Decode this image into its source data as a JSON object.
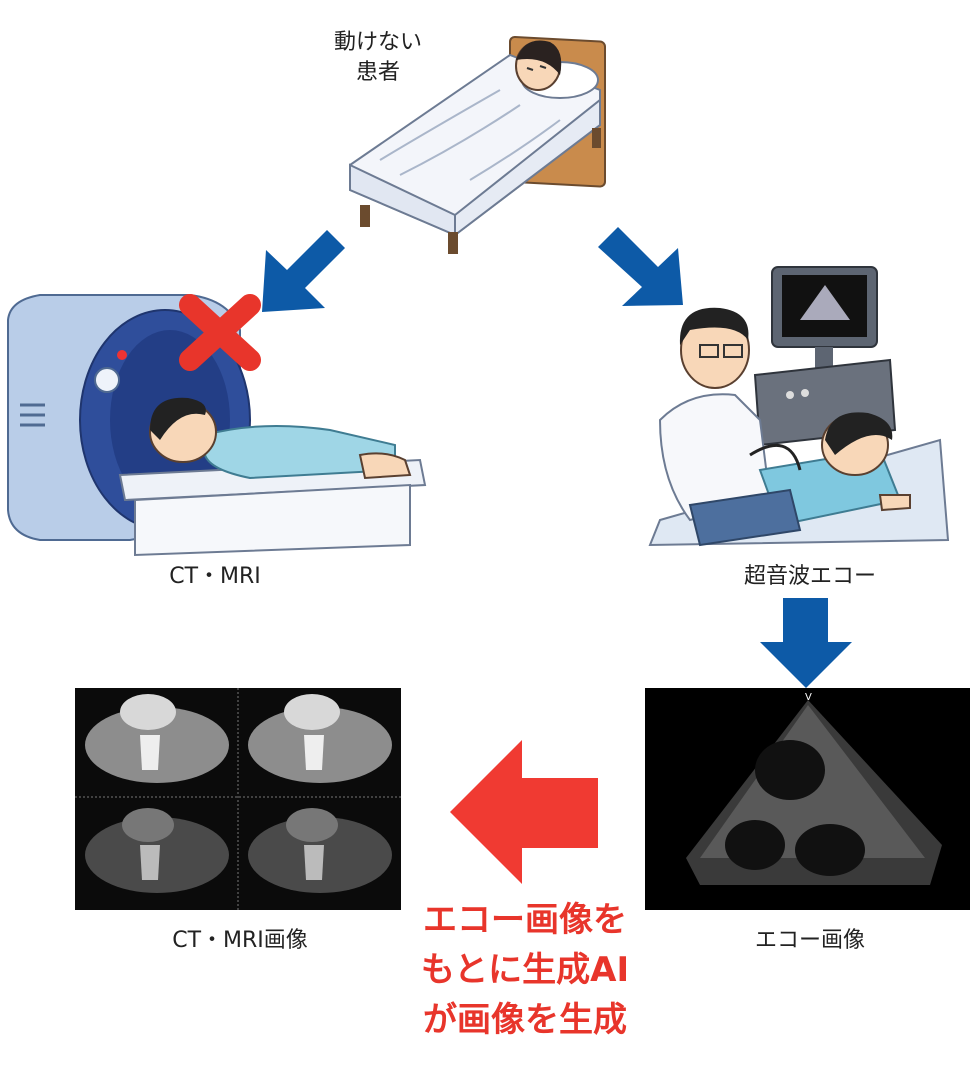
{
  "labels": {
    "patient": "動けない\n患者",
    "ct_mri": "CT・MRI",
    "ultrasound": "超音波エコー",
    "ct_mri_image": "CT・MRI画像",
    "echo_image": "エコー画像"
  },
  "callout": {
    "line1": "エコー画像を",
    "line2": "もとに生成AI",
    "line3": "が画像を生成"
  },
  "colors": {
    "blue_arrow": "#0d5aa7",
    "red_arrow": "#f03a32",
    "red_text": "#e8352b",
    "cross": "#e8352b"
  },
  "icons": {
    "patient": "bed-patient-icon",
    "ct": "ct-scanner-icon",
    "ultrasound": "ultrasound-exam-icon",
    "ct_image": "ct-scan-image",
    "echo_image": "echo-scan-image"
  }
}
